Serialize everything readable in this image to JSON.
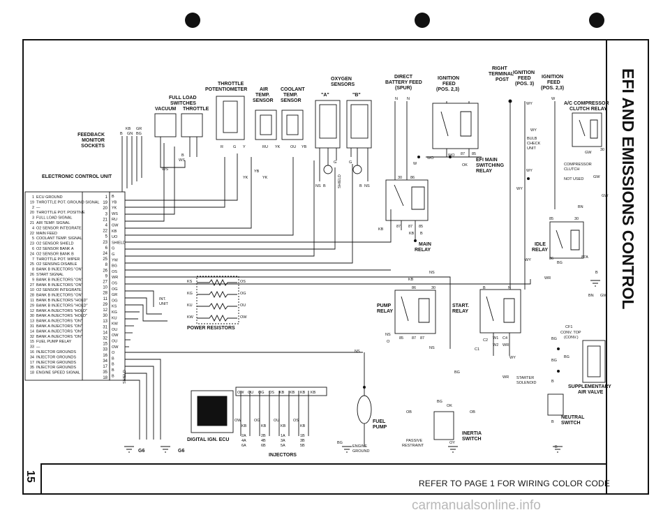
{
  "page": {
    "title": "EFI AND EMISSIONS CONTROL",
    "page_number": "15",
    "footer": "REFER TO PAGE 1 FOR WIRING COLOR CODE",
    "watermark": "carmanualsonline.info"
  },
  "labels": {
    "ecu": "ELECTRONIC CONTROL UNIT",
    "feedback": [
      "FEEDBACK",
      "MONITOR",
      "SOCKETS"
    ],
    "feedback_colors": [
      "KB",
      "GR",
      "B",
      "GN",
      "BG"
    ],
    "full_load": [
      "FULL LOAD",
      "SWITCHES"
    ],
    "vacuum": "VACUUM",
    "throttle": "THROTTLE",
    "throttle_pot": [
      "THROTTLE",
      "POTENTIOMETER"
    ],
    "air_temp": [
      "AIR",
      "TEMP.",
      "SENSOR"
    ],
    "coolant_temp": [
      "COOLANT",
      "TEMP.",
      "SENSOR"
    ],
    "oxygen": [
      "OXYGEN",
      "SENSORS"
    ],
    "sensor_a": "\"A\"",
    "sensor_b": "\"B\"",
    "direct_feed": [
      "DIRECT",
      "BATTERY FEED",
      "(SPUR)"
    ],
    "ign_feed_1": [
      "IGNITION",
      "FEED",
      "(POS. 2,3)"
    ],
    "right_post": [
      "RIGHT",
      "TERMINAL",
      "POST"
    ],
    "ign_feed_2": [
      "IGNITION",
      "FEED",
      "(POS. 3)"
    ],
    "ign_feed_3": [
      "IGNITION",
      "FEED",
      "(POS. 2,3)"
    ],
    "ac_relay": [
      "A/C COMPRESSOR",
      "CLUTCH RELAY"
    ],
    "bulb_check": [
      "BULB",
      "CHECK",
      "UNIT"
    ],
    "comp_clutch": [
      "COMPRESSOR",
      "CLUTCH"
    ],
    "not_used": "NOT USED",
    "efi_main": [
      "EFI MAIN",
      "SWITCHING",
      "RELAY"
    ],
    "main_relay": [
      "MAIN",
      "RELAY"
    ],
    "idle_relay": [
      "IDLE",
      "RELAY"
    ],
    "pump_relay": [
      "PUMP",
      "RELAY"
    ],
    "start_relay": [
      "START.",
      "RELAY"
    ],
    "int_unit": [
      "INT.",
      "UNIT"
    ],
    "power_resistors": "POWER RESISTORS",
    "digital_ecu": "DIGITAL IGN. ECU",
    "injectors": "INJECTORS",
    "fuel_pump": [
      "FUEL",
      "PUMP"
    ],
    "engine_ground": [
      "ENGINE",
      "GROUND"
    ],
    "passive": [
      "PASSIVE",
      "RESTRAINT"
    ],
    "inertia": [
      "INERTIA",
      "SWITCH"
    ],
    "starter_sol": [
      "STARTER",
      "SOLENOID"
    ],
    "conv_top": [
      "CONV. TOP",
      "(CONV.)"
    ],
    "supp_air": [
      "SUPPLEMENTARY",
      "AIR VALVE"
    ],
    "neutral": [
      "NEUTRAL",
      "SWITCH"
    ],
    "shield": "SHIELD",
    "g6": "G6"
  },
  "ecu_pins": [
    {
      "num": "1",
      "name": "ECU GROUND"
    },
    {
      "num": "19",
      "name": "THROTTLE POT. GROUND SIGNAL"
    },
    {
      "num": "2",
      "name": "—"
    },
    {
      "num": "20",
      "name": "THROTTLE POT. POSITIVE"
    },
    {
      "num": "3",
      "name": "FULL LOAD SIGNAL"
    },
    {
      "num": "21",
      "name": "AIR TEMP. SIGNAL"
    },
    {
      "num": "4",
      "name": "O2 SENSOR INTEGRATE"
    },
    {
      "num": "22",
      "name": "MAIN FEED"
    },
    {
      "num": "5",
      "name": "COOLANT TEMP. SIGNAL"
    },
    {
      "num": "23",
      "name": "O2 SENSOR SHIELD"
    },
    {
      "num": "6",
      "name": "O2 SENSOR BANK A"
    },
    {
      "num": "24",
      "name": "O2 SENSOR BANK B"
    },
    {
      "num": "7",
      "name": "THROTTLE POT. WIPER"
    },
    {
      "num": "25",
      "name": "O2 SENSING DISABLE"
    },
    {
      "num": "8",
      "name": "BANK B INJECTORS \"ON\""
    },
    {
      "num": "26",
      "name": "START SIGNAL"
    },
    {
      "num": "9",
      "name": "BANK B INJECTORS \"ON\""
    },
    {
      "num": "27",
      "name": "BANK B INJECTORS \"ON\""
    },
    {
      "num": "10",
      "name": "O2 SENSOR INTEGRATE"
    },
    {
      "num": "28",
      "name": "BANK B INJECTORS \"ON\""
    },
    {
      "num": "11",
      "name": "BANK B INJECTORS \"HOLD\""
    },
    {
      "num": "29",
      "name": "BANK B INJECTORS \"HOLD\""
    },
    {
      "num": "12",
      "name": "BANK A INJECTORS \"HOLD\""
    },
    {
      "num": "30",
      "name": "BANK A INJECTORS \"HOLD\""
    },
    {
      "num": "13",
      "name": "BANK A INJECTORS \"ON\""
    },
    {
      "num": "31",
      "name": "BANK A INJECTORS \"ON\""
    },
    {
      "num": "14",
      "name": "BANK A INJECTORS \"ON\""
    },
    {
      "num": "32",
      "name": "BANK A INJECTORS \"ON\""
    },
    {
      "num": "15",
      "name": "FUEL PUMP RELAY"
    },
    {
      "num": "33",
      "name": "—"
    },
    {
      "num": "16",
      "name": "INJECTOR GROUNDS"
    },
    {
      "num": "34",
      "name": "INJECTOR GROUNDS"
    },
    {
      "num": "17",
      "name": "INJECTOR GROUNDS"
    },
    {
      "num": "35",
      "name": "INJECTOR GROUNDS"
    },
    {
      "num": "18",
      "name": "ENGINE SPEED SIGNAL"
    }
  ],
  "connector": {
    "pins": [
      "1",
      "19",
      "20",
      "3",
      "21",
      "4",
      "22",
      "5",
      "23",
      "6",
      "24",
      "25",
      "8",
      "26",
      "9",
      "27",
      "10",
      "28",
      "11",
      "29",
      "12",
      "30",
      "13",
      "31",
      "14",
      "32",
      "15",
      "33",
      "16",
      "34",
      "17",
      "35",
      "18"
    ],
    "wires": [
      "B",
      "YB",
      "YK",
      "WS",
      "RU",
      "GW",
      "KB",
      "UO",
      "SHIELD",
      "G",
      "G",
      "YW",
      "BG",
      "OS",
      "WR",
      "OS",
      "OG",
      "GR",
      "OG",
      "KS",
      "KG",
      "KU",
      "KW",
      "OU",
      "OW",
      "OU",
      "OW",
      "O",
      "B",
      "B",
      "B",
      "B"
    ]
  },
  "resistors": {
    "left": [
      "KS",
      "KG",
      "KU",
      "KW"
    ],
    "right": [
      "OS",
      "OG",
      "OU",
      "OW"
    ]
  },
  "injector_wires": [
    "OW",
    "OU",
    "OG",
    "OS",
    "KB",
    "KB",
    "KB",
    "KB"
  ],
  "injector_groups": [
    {
      "top": "OW",
      "mid": "KB",
      "pins": [
        "2A",
        "4A",
        "6A"
      ]
    },
    {
      "top": "OG",
      "mid": "KB",
      "pins": [
        "2B",
        "4B",
        "6B"
      ]
    },
    {
      "top": "OU",
      "mid": "KB",
      "pins": [
        "1A",
        "3A",
        "5A"
      ]
    },
    {
      "top": "OS",
      "mid": "KB",
      "pins": [
        "1B",
        "3B",
        "5B"
      ]
    }
  ],
  "wire_labels": {
    "sensors": [
      "WS",
      "B",
      "WS",
      "R",
      "G",
      "Y",
      "RU",
      "YK",
      "OU",
      "YB",
      "YB",
      "YK",
      "YK",
      "G",
      "G",
      "NS",
      "B",
      "B",
      "NS"
    ],
    "relays": [
      "N",
      "N",
      "W",
      "WO",
      "WO",
      "OK",
      "87",
      "85",
      "30",
      "86",
      "KB",
      "87",
      "87",
      "85",
      "KB",
      "B",
      "KB",
      "86",
      "30",
      "NS",
      "O",
      "85",
      "87",
      "87",
      "NS",
      "NS",
      "NS",
      "B",
      "N",
      "C2",
      "W1",
      "C4",
      "C1",
      "W2",
      "WR",
      "WY",
      "WR",
      "WY",
      "WR",
      "BG",
      "BG",
      "OK",
      "OB",
      "OB",
      "OY",
      "BG",
      "B",
      "B"
    ],
    "right": [
      "W",
      "WY",
      "WY",
      "WY",
      "WY",
      "GW",
      "GW",
      "30",
      "BN",
      "85",
      "30",
      "86",
      "87A",
      "BG",
      "B",
      "BN",
      "GW",
      "GW",
      "CF1",
      "BG",
      "BG",
      "BG",
      "B",
      "B",
      "B"
    ]
  }
}
